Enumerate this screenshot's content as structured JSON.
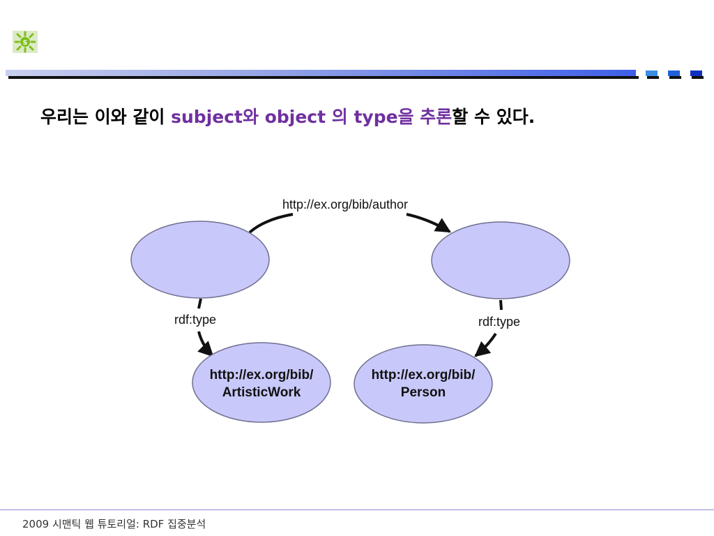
{
  "headline": {
    "p1": "우리는 이와 같이 ",
    "p2": "subject와 object 의 type을 추론",
    "p3": "할 수 있다."
  },
  "diagram": {
    "author_label": "http://ex.org/bib/author",
    "rdf_type_left": "rdf:type",
    "rdf_type_right": "rdf:type",
    "artistic_line1": "http://ex.org/bib/",
    "artistic_line2": "ArtisticWork",
    "person_line1": "http://ex.org/bib/",
    "person_line2": "Person"
  },
  "footer": {
    "text": "2009 시맨틱 웹 튜토리얼: RDF 집중분석"
  },
  "colors": {
    "node_fill": "#c8c8fa",
    "node_stroke": "#6f6f8f",
    "accent": "#7030a0",
    "bar_blue": "#3f5fe8",
    "logo_green": "#7fbf1f"
  },
  "icons": {
    "logo": "sun-bulb-icon"
  }
}
